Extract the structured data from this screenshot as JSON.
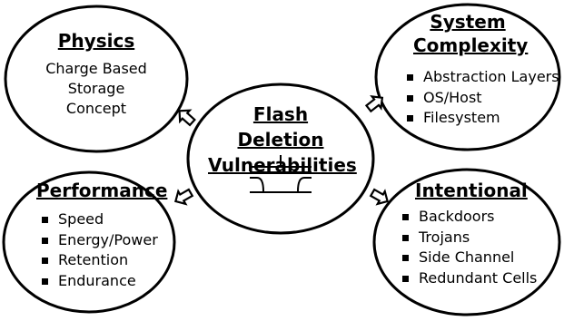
{
  "center": {
    "title_line1": "Flash Deletion",
    "title_line2": "Vulnerabilities",
    "icon": "flash-transistor-icon"
  },
  "physics": {
    "title": "Physics",
    "lines": [
      "Charge Based",
      "Storage",
      "Concept"
    ]
  },
  "system_complexity": {
    "title_line1": "System",
    "title_line2": "Complexity",
    "items": [
      "Abstraction Layers",
      "OS/Host",
      "Filesystem"
    ]
  },
  "performance": {
    "title": "Performance",
    "items": [
      "Speed",
      "Energy/Power",
      "Retention",
      "Endurance"
    ]
  },
  "intentional": {
    "title": "Intentional",
    "items": [
      "Backdoors",
      "Trojans",
      "Side Channel",
      "Redundant Cells"
    ]
  }
}
